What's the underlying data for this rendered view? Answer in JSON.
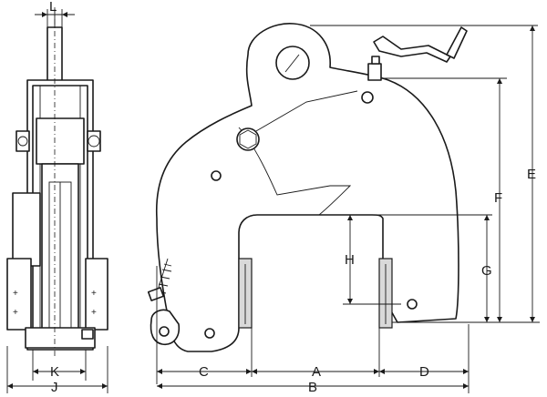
{
  "dimension_labels": {
    "L": "L",
    "E": "E",
    "F": "F",
    "G": "G",
    "H": "H",
    "C": "C",
    "A": "A",
    "D": "D",
    "B": "B",
    "K": "K",
    "J": "J"
  }
}
